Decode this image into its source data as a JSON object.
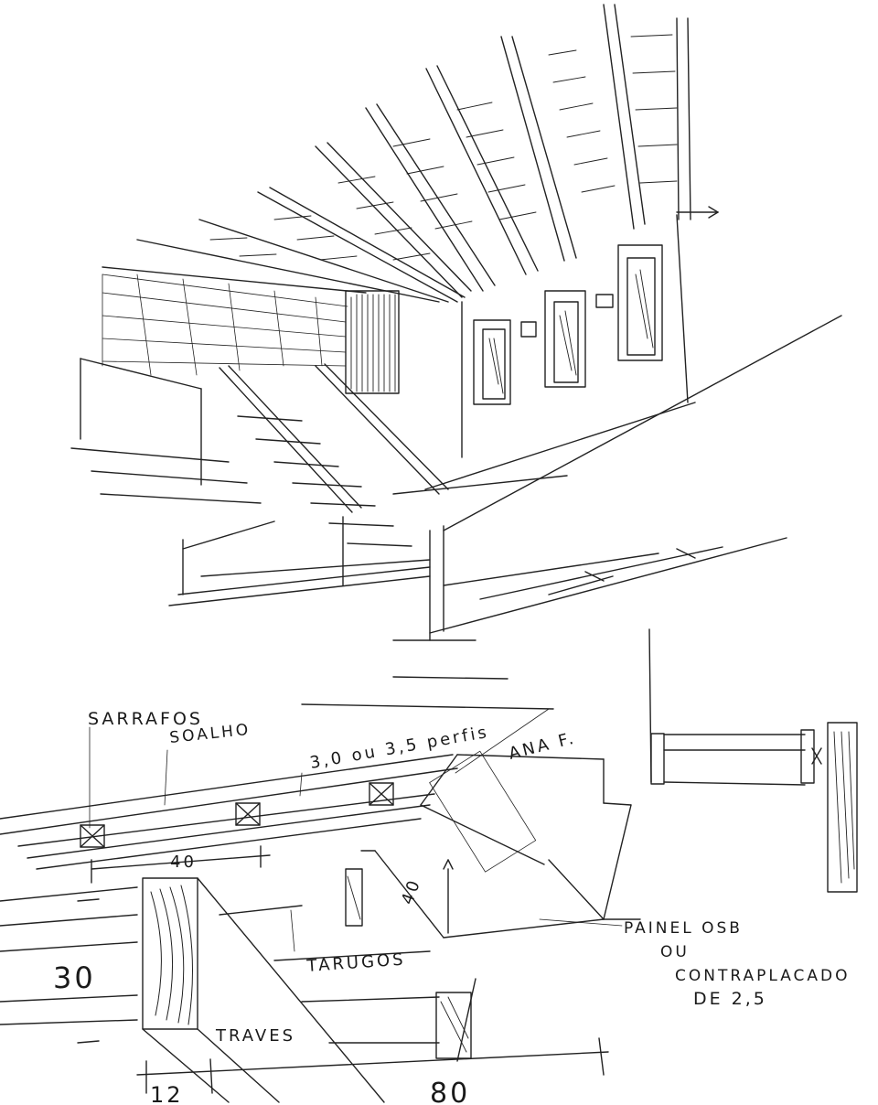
{
  "labels": {
    "sarrafos": "SARRAFOS",
    "soalho": "SOALHO",
    "note_spacing": "3,0 ou 3,5 perfis",
    "note_ana": "ANA F.",
    "panel_line1": "PAINEL OSB",
    "panel_line2": "OU",
    "panel_line3": "CONTRAPLACADO",
    "panel_line4": "DE 2,5",
    "tarugos": "TARUGOS",
    "traves": "TRAVES"
  },
  "dimensions": {
    "spacing": "40",
    "rise": "40",
    "height": "30",
    "width": "12",
    "depth": "80"
  }
}
